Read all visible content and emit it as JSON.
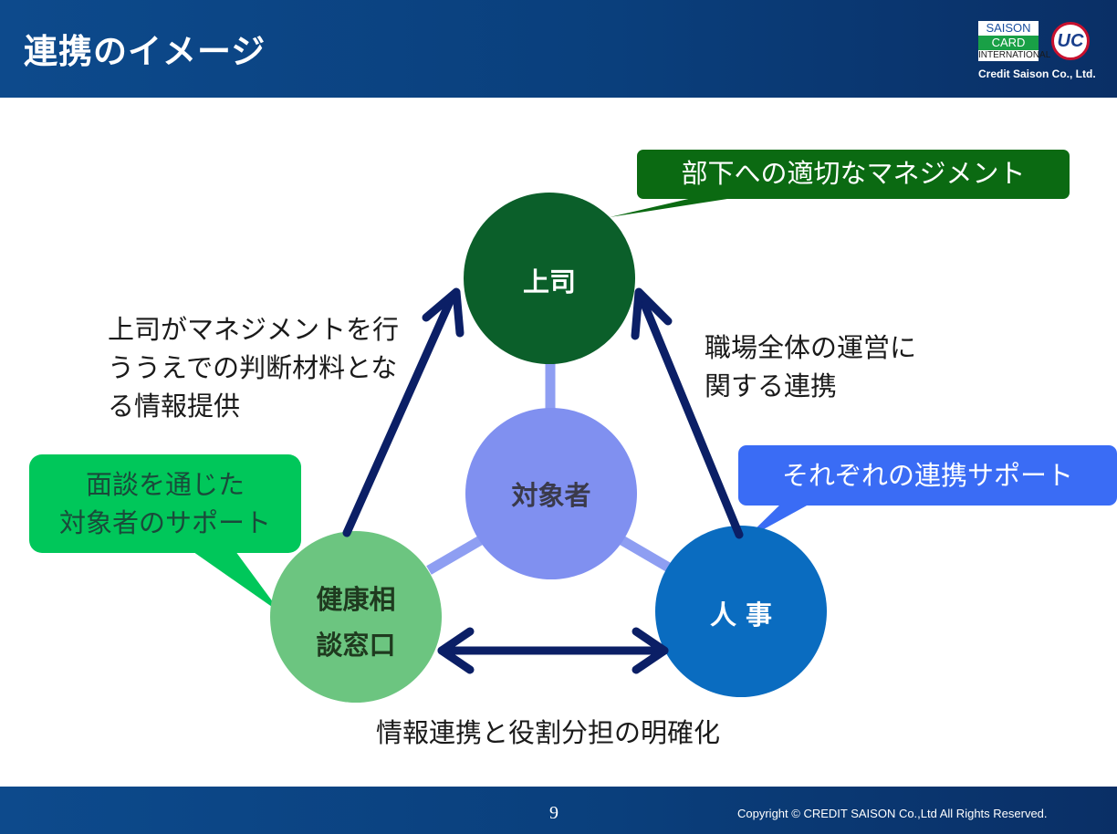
{
  "header": {
    "title": "連携のイメージ",
    "logo": {
      "line1": "SAISON",
      "line2": "CARD",
      "line3": "INTERNATIONAL",
      "uc": "UC",
      "company": "Credit Saison Co., Ltd."
    }
  },
  "diagram": {
    "nodes": {
      "boss": "上司",
      "target": "対象者",
      "health": [
        "健康相",
        "談窓口"
      ],
      "hr": "人 事"
    },
    "callouts": {
      "boss": "部下への適切なマネジメント",
      "health": [
        "面談を通じた",
        "対象者のサポート"
      ],
      "hr": "それぞれの連携サポート"
    },
    "edge_labels": {
      "left": [
        "上司がマネジメントを行",
        "ううえでの判断材料とな",
        "る情報提供"
      ],
      "right": [
        "職場全体の運営に",
        "関する連携"
      ],
      "bottom": "情報連携と役割分担の明確化"
    },
    "colors": {
      "boss": "#0b5f2a",
      "target": "#8090f0",
      "health": "#6cc580",
      "hr": "#0a6cc0",
      "callout_boss": "#0b6a12",
      "callout_health": "#00c75a",
      "callout_hr": "#3a6cf5",
      "arrow": "#0b1f66",
      "spoke": "#8e9ef2"
    }
  },
  "footer": {
    "page": "9",
    "copyright": "Copyright © CREDIT SAISON Co.,Ltd All Rights Reserved."
  }
}
